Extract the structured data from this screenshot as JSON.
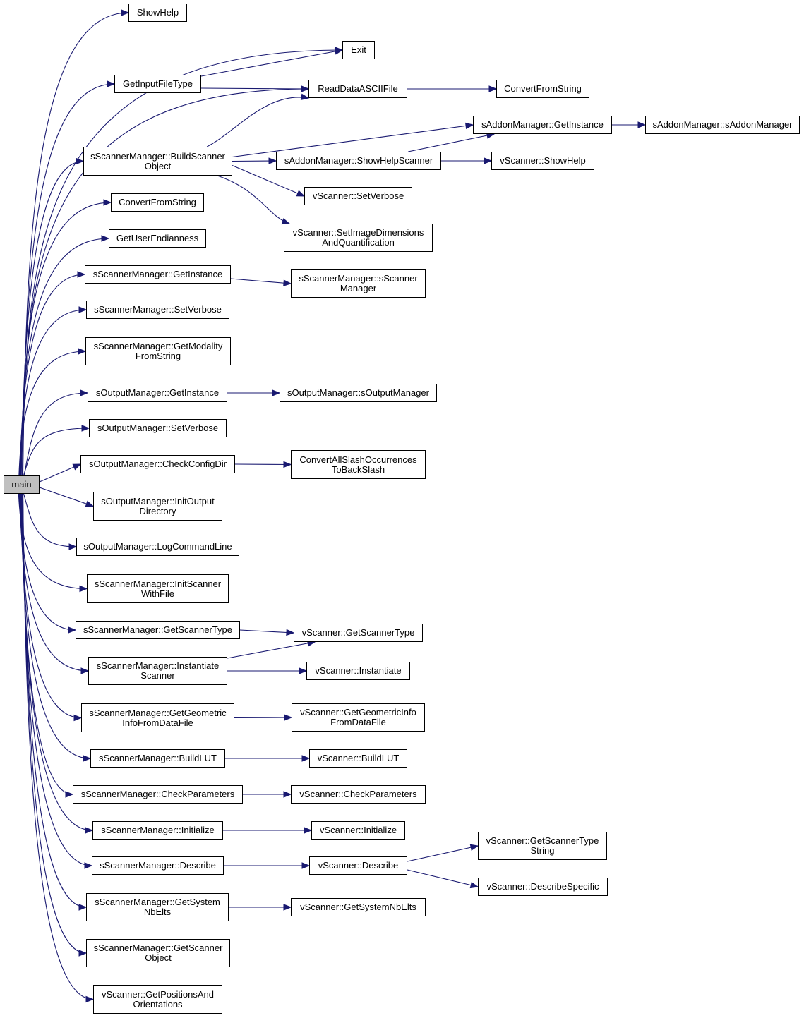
{
  "graph": {
    "edge_color": "#191970",
    "root_fill": "#bfbfbf",
    "nodes": {
      "main": [
        "main"
      ],
      "showhelp": [
        "ShowHelp"
      ],
      "exit": [
        "Exit"
      ],
      "getinputfiletype": [
        "GetInputFileType"
      ],
      "readdataasciifile": [
        "ReadDataASCIIFile"
      ],
      "convertfromstring2": [
        "ConvertFromString"
      ],
      "addon_getinstance": [
        "sAddonManager::GetInstance"
      ],
      "addon_ctor": [
        "sAddonManager::sAddonManager"
      ],
      "buildscannerobject": [
        "sScannerManager::BuildScanner",
        "Object"
      ],
      "addon_showhelpscanner": [
        "sAddonManager::ShowHelpScanner"
      ],
      "vscanner_showhelp": [
        "vScanner::ShowHelp"
      ],
      "vscanner_setverbose": [
        "vScanner::SetVerbose"
      ],
      "vscanner_setimagedims": [
        "vScanner::SetImageDimensions",
        "AndQuantification"
      ],
      "convertfromstring": [
        "ConvertFromString"
      ],
      "getuserendianness": [
        "GetUserEndianness"
      ],
      "sm_getinstance": [
        "sScannerManager::GetInstance"
      ],
      "sm_ctor": [
        "sScannerManager::sScanner",
        "Manager"
      ],
      "sm_setverbose": [
        "sScannerManager::SetVerbose"
      ],
      "sm_getmodality": [
        "sScannerManager::GetModality",
        "FromString"
      ],
      "om_getinstance": [
        "sOutputManager::GetInstance"
      ],
      "om_ctor": [
        "sOutputManager::sOutputManager"
      ],
      "om_setverbose": [
        "sOutputManager::SetVerbose"
      ],
      "om_checkconfigdir": [
        "sOutputManager::CheckConfigDir"
      ],
      "convertallslash": [
        "ConvertAllSlashOccurrences",
        "ToBackSlash"
      ],
      "om_initoutputdir": [
        "sOutputManager::InitOutput",
        "Directory"
      ],
      "om_logcommandline": [
        "sOutputManager::LogCommandLine"
      ],
      "sm_initscannerwithfile": [
        "sScannerManager::InitScanner",
        "WithFile"
      ],
      "sm_getscannertype": [
        "sScannerManager::GetScannerType"
      ],
      "vs_getscannertype": [
        "vScanner::GetScannerType"
      ],
      "sm_instantiatescanner": [
        "sScannerManager::Instantiate",
        "Scanner"
      ],
      "vs_instantiate": [
        "vScanner::Instantiate"
      ],
      "sm_getgeometricinfo": [
        "sScannerManager::GetGeometric",
        "InfoFromDataFile"
      ],
      "vs_getgeometricinfo": [
        "vScanner::GetGeometricInfo",
        "FromDataFile"
      ],
      "sm_buildlut": [
        "sScannerManager::BuildLUT"
      ],
      "vs_buildlut": [
        "vScanner::BuildLUT"
      ],
      "sm_checkparameters": [
        "sScannerManager::CheckParameters"
      ],
      "vs_checkparameters": [
        "vScanner::CheckParameters"
      ],
      "sm_initialize": [
        "sScannerManager::Initialize"
      ],
      "vs_initialize": [
        "vScanner::Initialize"
      ],
      "sm_describe": [
        "sScannerManager::Describe"
      ],
      "vs_describe": [
        "vScanner::Describe"
      ],
      "vs_getscannertypestring": [
        "vScanner::GetScannerType",
        "String"
      ],
      "vs_describespecific": [
        "vScanner::DescribeSpecific"
      ],
      "sm_getsystemnbelts": [
        "sScannerManager::GetSystem",
        "NbElts"
      ],
      "vs_getsystemnbelts": [
        "vScanner::GetSystemNbElts"
      ],
      "sm_getscannerobject": [
        "sScannerManager::GetScanner",
        "Object"
      ],
      "vs_getpositions": [
        "vScanner::GetPositionsAnd",
        "Orientations"
      ]
    },
    "edges": [
      [
        "main",
        "showhelp"
      ],
      [
        "main",
        "exit"
      ],
      [
        "main",
        "getinputfiletype"
      ],
      [
        "main",
        "readdataasciifile"
      ],
      [
        "main",
        "buildscannerobject"
      ],
      [
        "main",
        "convertfromstring"
      ],
      [
        "main",
        "getuserendianness"
      ],
      [
        "main",
        "sm_getinstance"
      ],
      [
        "main",
        "sm_setverbose"
      ],
      [
        "main",
        "sm_getmodality"
      ],
      [
        "main",
        "om_getinstance"
      ],
      [
        "main",
        "om_setverbose"
      ],
      [
        "main",
        "om_checkconfigdir"
      ],
      [
        "main",
        "om_initoutputdir"
      ],
      [
        "main",
        "om_logcommandline"
      ],
      [
        "main",
        "sm_initscannerwithfile"
      ],
      [
        "main",
        "sm_getscannertype"
      ],
      [
        "main",
        "sm_instantiatescanner"
      ],
      [
        "main",
        "sm_getgeometricinfo"
      ],
      [
        "main",
        "sm_buildlut"
      ],
      [
        "main",
        "sm_checkparameters"
      ],
      [
        "main",
        "sm_initialize"
      ],
      [
        "main",
        "sm_describe"
      ],
      [
        "main",
        "sm_getsystemnbelts"
      ],
      [
        "main",
        "sm_getscannerobject"
      ],
      [
        "main",
        "vs_getpositions"
      ],
      [
        "getinputfiletype",
        "exit"
      ],
      [
        "getinputfiletype",
        "readdataasciifile"
      ],
      [
        "readdataasciifile",
        "convertfromstring2"
      ],
      [
        "buildscannerobject",
        "readdataasciifile"
      ],
      [
        "buildscannerobject",
        "addon_getinstance"
      ],
      [
        "buildscannerobject",
        "addon_showhelpscanner"
      ],
      [
        "buildscannerobject",
        "vscanner_setverbose"
      ],
      [
        "buildscannerobject",
        "vscanner_setimagedims"
      ],
      [
        "addon_getinstance",
        "addon_ctor"
      ],
      [
        "addon_showhelpscanner",
        "addon_getinstance"
      ],
      [
        "addon_showhelpscanner",
        "vscanner_showhelp"
      ],
      [
        "sm_getinstance",
        "sm_ctor"
      ],
      [
        "om_getinstance",
        "om_ctor"
      ],
      [
        "om_checkconfigdir",
        "convertallslash"
      ],
      [
        "sm_getscannertype",
        "vs_getscannertype"
      ],
      [
        "sm_instantiatescanner",
        "vs_getscannertype"
      ],
      [
        "sm_instantiatescanner",
        "vs_instantiate"
      ],
      [
        "sm_getgeometricinfo",
        "vs_getgeometricinfo"
      ],
      [
        "sm_buildlut",
        "vs_buildlut"
      ],
      [
        "sm_checkparameters",
        "vs_checkparameters"
      ],
      [
        "sm_initialize",
        "vs_initialize"
      ],
      [
        "sm_describe",
        "vs_describe"
      ],
      [
        "vs_describe",
        "vs_getscannertypestring"
      ],
      [
        "vs_describe",
        "vs_describespecific"
      ],
      [
        "sm_getsystemnbelts",
        "vs_getsystemnbelts"
      ]
    ]
  }
}
